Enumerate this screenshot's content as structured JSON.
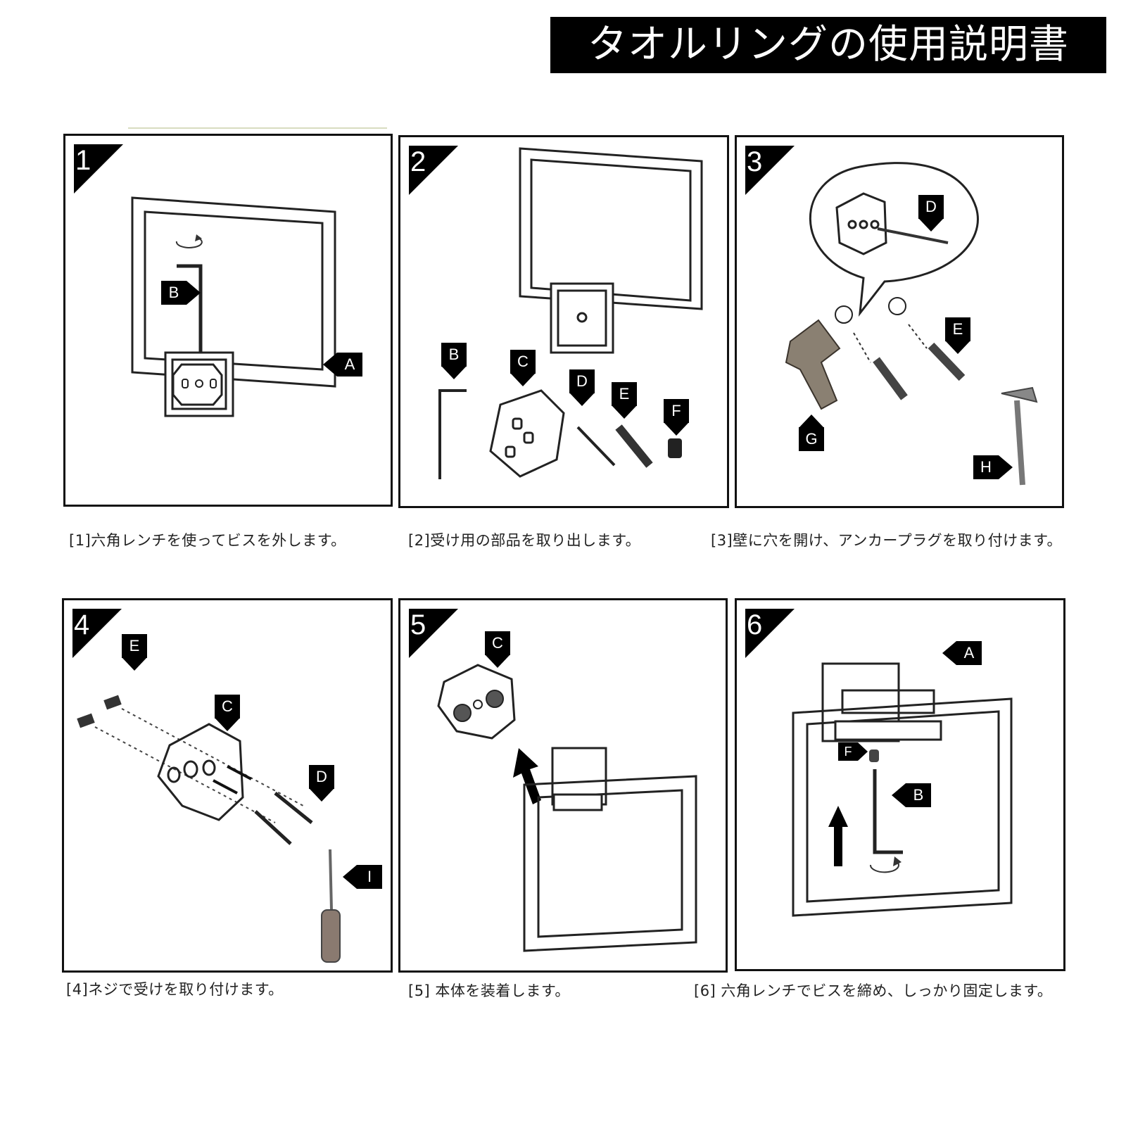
{
  "title": "タオルリングの使用説明書",
  "steps": [
    {
      "number": "1",
      "caption": "[1]六角レンチを使ってビスを外します。",
      "labels": [
        "B",
        "A"
      ]
    },
    {
      "number": "2",
      "caption": "[2]受け用の部品を取り出します。",
      "labels": [
        "B",
        "C",
        "D",
        "E",
        "F"
      ]
    },
    {
      "number": "3",
      "caption": "[3]壁に穴を開け、アンカープラグを取り付けます。",
      "labels": [
        "D",
        "E",
        "G",
        "H"
      ]
    },
    {
      "number": "4",
      "caption": "[4]ネジで受けを取り付けます。",
      "labels": [
        "E",
        "C",
        "D",
        "I"
      ]
    },
    {
      "number": "5",
      "caption": "[5] 本体を装着します。",
      "labels": [
        "C"
      ]
    },
    {
      "number": "6",
      "caption": "[6] 六角レンチでビスを締め、しっかり固定します。",
      "labels": [
        "A",
        "F",
        "B"
      ]
    }
  ],
  "colors": {
    "label_bg": "#000000",
    "title_bg": "#000000",
    "line": "#111111"
  }
}
